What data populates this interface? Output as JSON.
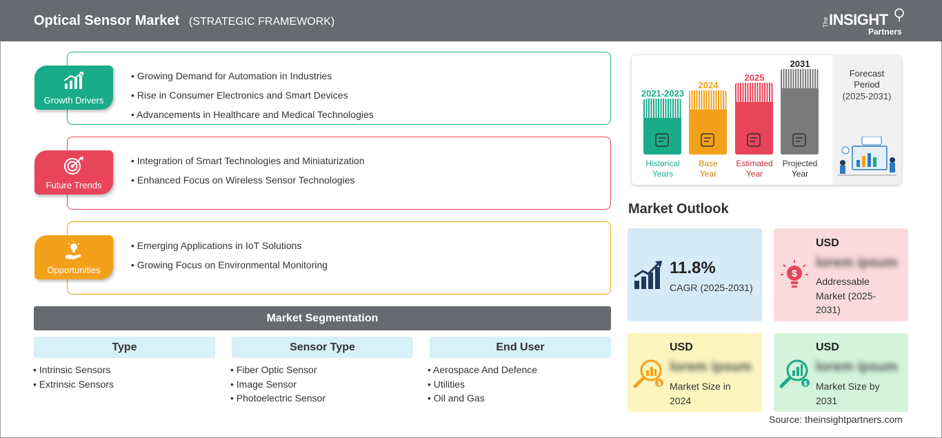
{
  "header": {
    "title": "Optical Sensor Market",
    "subtitle": "(STRATEGIC FRAMEWORK)",
    "logo": {
      "the": "The",
      "insight": "INSIGHT",
      "partners": "Partners"
    }
  },
  "framework": {
    "growth_drivers": {
      "label": "Growth Drivers",
      "color": "#1aab8a",
      "icon": "growth-chart-icon",
      "items": [
        "Growing Demand for Automation in Industries",
        "Rise in Consumer Electronics and Smart Devices",
        "Advancements in Healthcare and Medical Technologies"
      ]
    },
    "future_trends": {
      "label": "Future Trends",
      "color": "#e8445a",
      "icon": "target-icon",
      "items": [
        "Integration of Smart Technologies and Miniaturization",
        "Enhanced Focus on Wireless Sensor Technologies"
      ]
    },
    "opportunities": {
      "label": "Opportunities",
      "color": "#f4a11a",
      "icon": "lightbulb-hand-icon",
      "items": [
        "Emerging Applications in IoT Solutions",
        "Growing Focus on Environmental Monitoring"
      ]
    }
  },
  "segmentation": {
    "title": "Market Segmentation",
    "columns": [
      {
        "heading": "Type",
        "items": [
          "Intrinsic Sensors",
          "Extrinsic Sensors"
        ]
      },
      {
        "heading": "Sensor Type",
        "items": [
          "Fiber Optic Sensor",
          "Image Sensor",
          "Photoelectric Sensor"
        ]
      },
      {
        "heading": "End User",
        "items": [
          "Aerospace And Defence",
          "Utilities",
          "Oil and Gas"
        ]
      }
    ]
  },
  "timeline": {
    "bars": [
      {
        "year": "2021-2023",
        "label_line1": "Historical",
        "label_line2": "Years",
        "color": "#1aab8a",
        "icon": "history-icon"
      },
      {
        "year": "2024",
        "label_line1": "Base",
        "label_line2": "Year",
        "color": "#f4a11a",
        "icon": "calendar-icon"
      },
      {
        "year": "2025",
        "label_line1": "Estimated",
        "label_line2": "Year",
        "color": "#e8445a",
        "icon": "gears-icon"
      },
      {
        "year": "2031",
        "label_line1": "Projected",
        "label_line2": "Year",
        "color": "#7b7b7b",
        "icon": "presentation-icon"
      }
    ],
    "forecast_title_1": "Forecast",
    "forecast_title_2": "Period",
    "forecast_range": "(2025-2031)"
  },
  "outlook": {
    "title": "Market Outlook",
    "cagr": {
      "value": "11.8%",
      "label": "CAGR (2025-2031)",
      "color": "#d6eaf8",
      "icon": "growth-bars-icon"
    },
    "addressable": {
      "currency": "USD",
      "value": "lorem ipsum",
      "line1": "Addressable",
      "line2": "Market (2025-",
      "line3": "2031)",
      "color": "#fadadd",
      "icon": "dollar-bulb-icon"
    },
    "size_2024": {
      "currency": "USD",
      "value": "lorem ipsum",
      "line1": "Market Size in",
      "line2": "2024",
      "color": "#fcf5c0",
      "icon": "magnifier-chart-icon"
    },
    "size_2031": {
      "currency": "USD",
      "value": "lorem ipsum",
      "line1": "Market Size by",
      "line2": "2031",
      "color": "#d3f4da",
      "icon": "magnifier-growth-icon"
    }
  },
  "source": "Source: theinsightpartners.com"
}
